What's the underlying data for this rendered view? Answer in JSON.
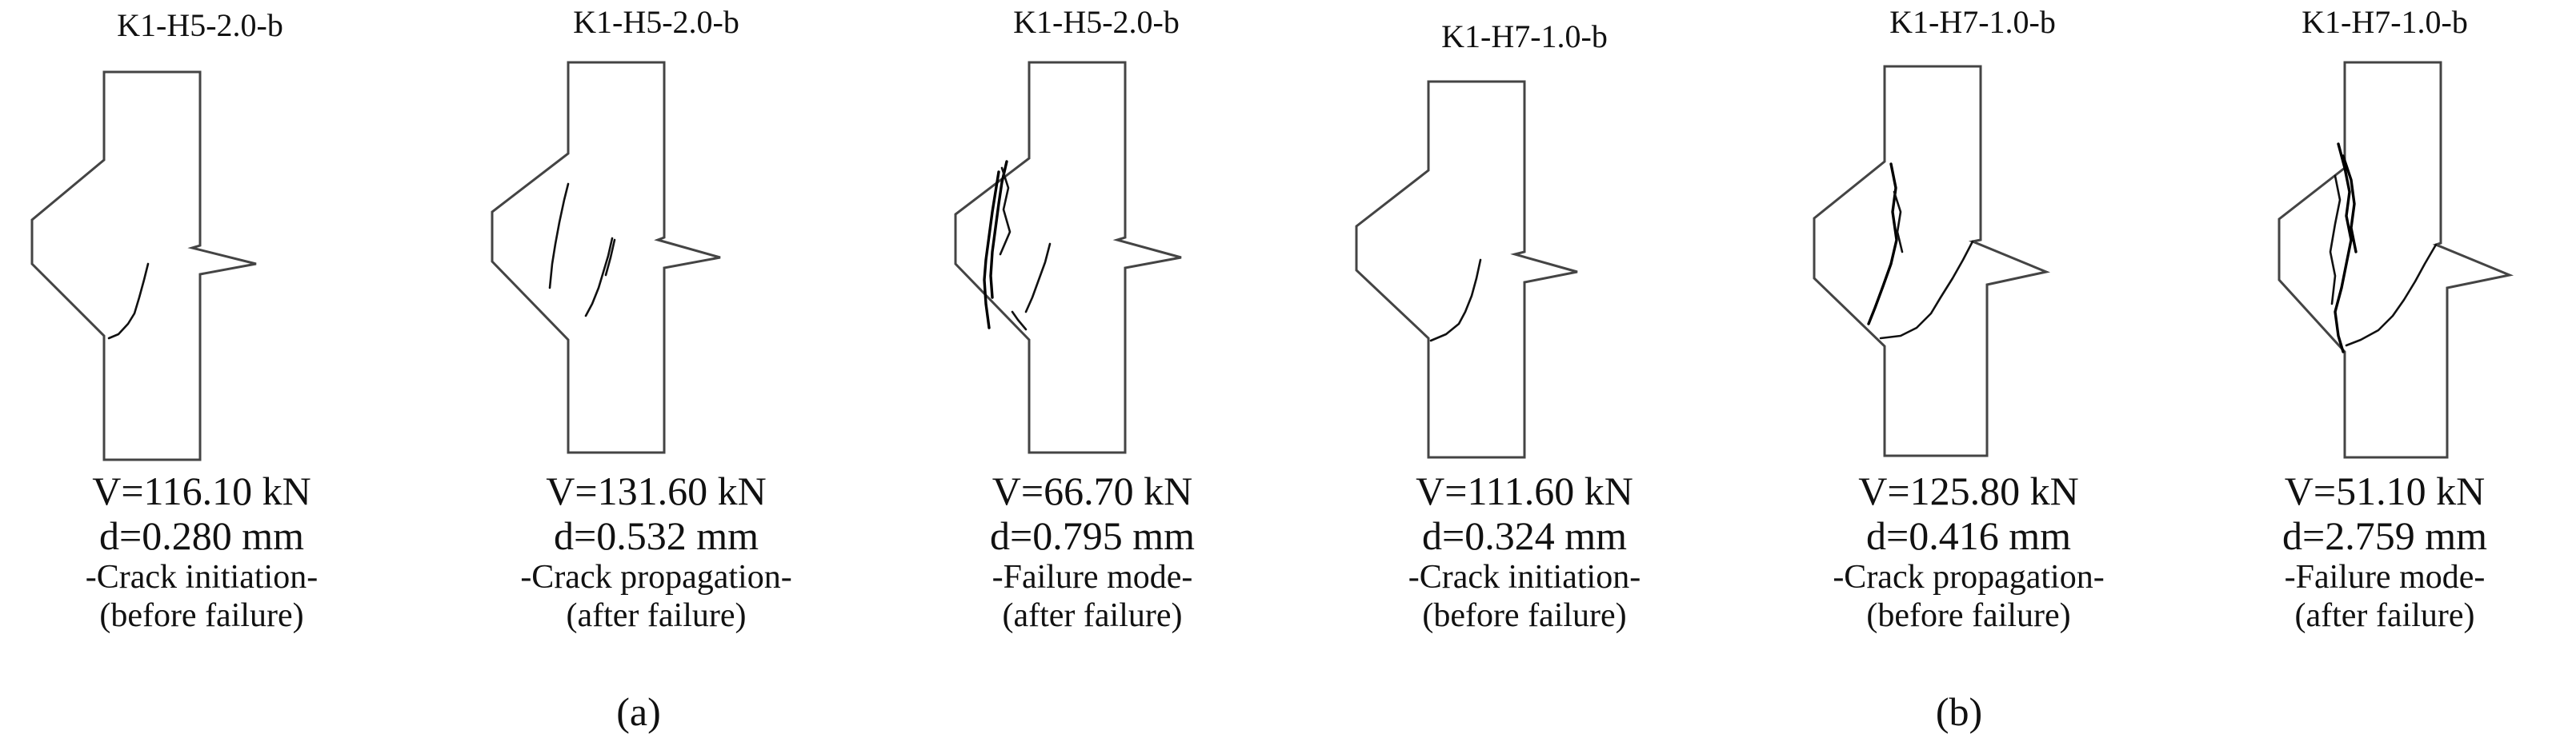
{
  "panels": [
    {
      "title": "K1-H5-2.0-b",
      "V": "V=116.10 kN",
      "d": "d=0.280 mm",
      "stage": "-Crack initiation-",
      "status": "(before failure)"
    },
    {
      "title": "K1-H5-2.0-b",
      "V": "V=131.60 kN",
      "d": "d=0.532 mm",
      "stage": "-Crack propagation-",
      "status": "(after failure)"
    },
    {
      "title": "K1-H5-2.0-b",
      "V": "V=66.70 kN",
      "d": "d=0.795 mm",
      "stage": "-Failure mode-",
      "status": "(after failure)"
    },
    {
      "title": "K1-H7-1.0-b",
      "V": "V=111.60 kN",
      "d": "d=0.324 mm",
      "stage": "-Crack initiation-",
      "status": "(before failure)"
    },
    {
      "title": "K1-H7-1.0-b",
      "V": "V=125.80 kN",
      "d": "d=0.416 mm",
      "stage": "-Crack propagation-",
      "status": "(before failure)"
    },
    {
      "title": "K1-H7-1.0-b",
      "V": "V=51.10 kN",
      "d": "d=2.759 mm",
      "stage": "-Failure mode-",
      "status": "(after failure)"
    }
  ],
  "group_labels": {
    "a": "(a)",
    "b": "(b)"
  }
}
